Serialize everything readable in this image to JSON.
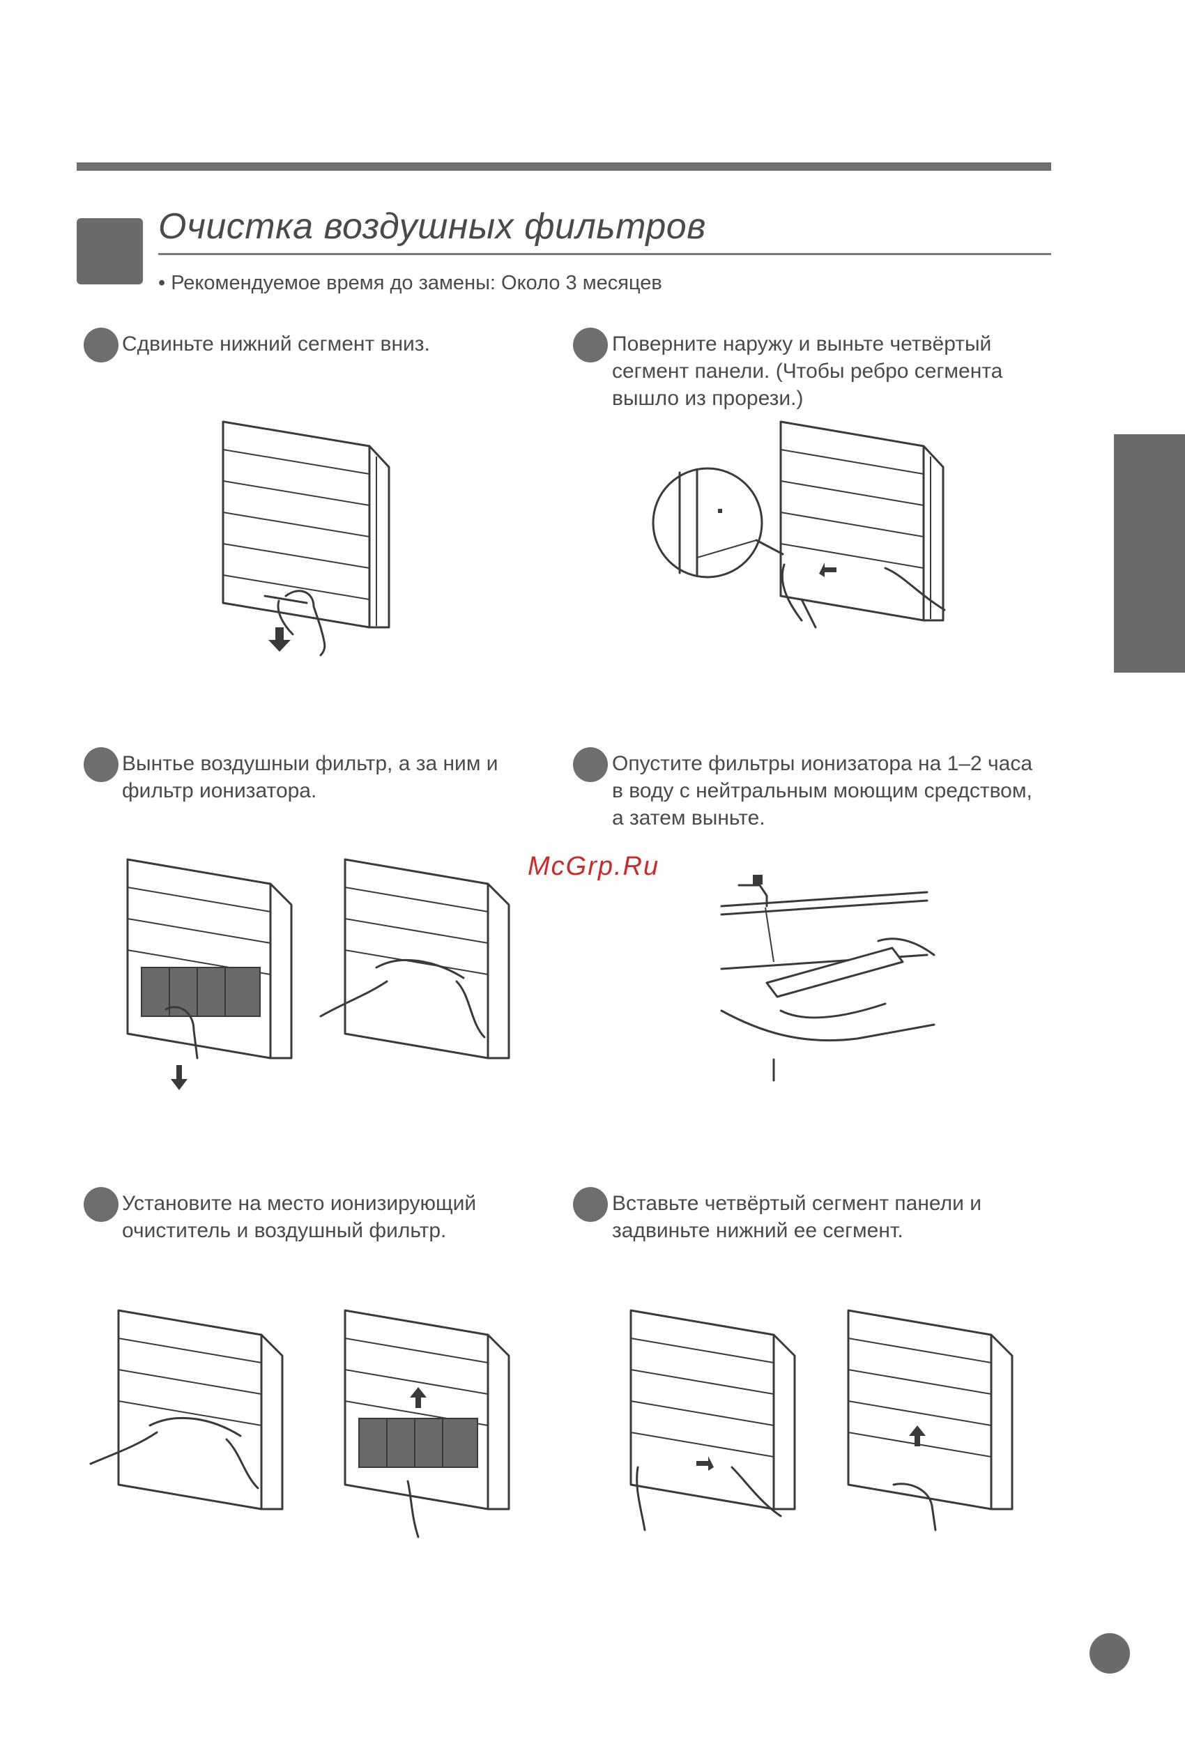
{
  "section": {
    "title": "Очистка воздушных фильтров",
    "subtitle": "• Рекомендуемое время до замены: Около 3 месяцев"
  },
  "steps": [
    {
      "text": "Сдвиньте нижний сегмент вниз."
    },
    {
      "text": "Поверните наружу и выньте четвёртый сегмент панели. (Чтобы ребро сегмента вышло из прорези.)"
    },
    {
      "text": "Вынтье воздушныи фильтр, а за ним и фильтр ионизатора."
    },
    {
      "text": "Опустите фильтры ионизатора на 1–2 часа в воду с нейтральным моющим средством, а затем выньте."
    },
    {
      "text": "Установите на место ионизирующий очиститель и воздушный фильтр."
    },
    {
      "text": "Вставьте четвёртый сегмент панели и задвиньте нижний ее сегмент."
    }
  ],
  "watermark": "McGrp.Ru",
  "colors": {
    "accent_gray": "#6b6b6b",
    "watermark_red": "#cc2a2a"
  }
}
